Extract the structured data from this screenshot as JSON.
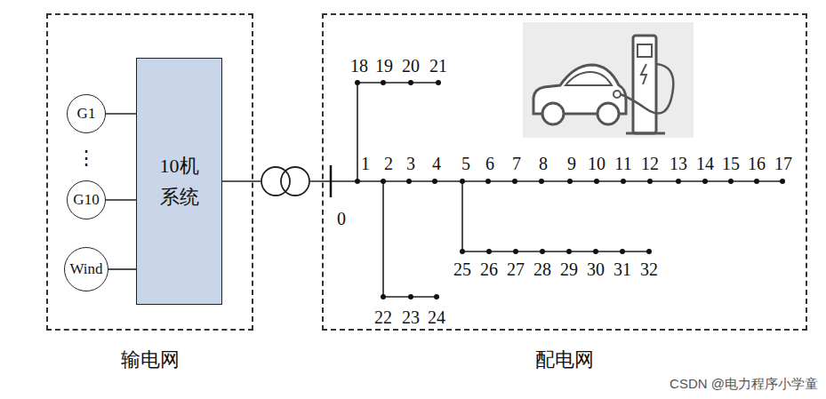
{
  "diagram": {
    "nodes": [
      {
        "text": [
          "输电网"
        ]
      },
      {
        "text": [
          "G1"
        ],
        "in": 0
      },
      {
        "text": [
          "G10"
        ],
        "in": 0
      },
      {
        "text": [
          "Wind"
        ],
        "in": 0
      },
      {
        "text": [
          "10机 系统"
        ],
        "in": 0
      },
      {
        "text": [
          "配电网"
        ]
      }
    ],
    "edges": [
      {
        "from": 1,
        "to": 4,
        "arrow": "none"
      },
      {
        "from": 2,
        "to": 4,
        "arrow": "none"
      },
      {
        "from": 3,
        "to": 4,
        "arrow": "none"
      },
      {
        "from": 4,
        "to": 5,
        "arrow": "none"
      }
    ],
    "labels": [
      "⋮",
      "0",
      "1",
      "2",
      "3",
      "4",
      "5",
      "6",
      "7",
      "8",
      "9",
      "10",
      "11",
      "12",
      "13",
      "14",
      "15",
      "16",
      "17",
      "18",
      "19",
      "20",
      "21",
      "22",
      "23",
      "24",
      "25",
      "26",
      "27",
      "28",
      "29",
      "30",
      "31",
      "32",
      "CSDN @电力程序小学童"
    ]
  }
}
